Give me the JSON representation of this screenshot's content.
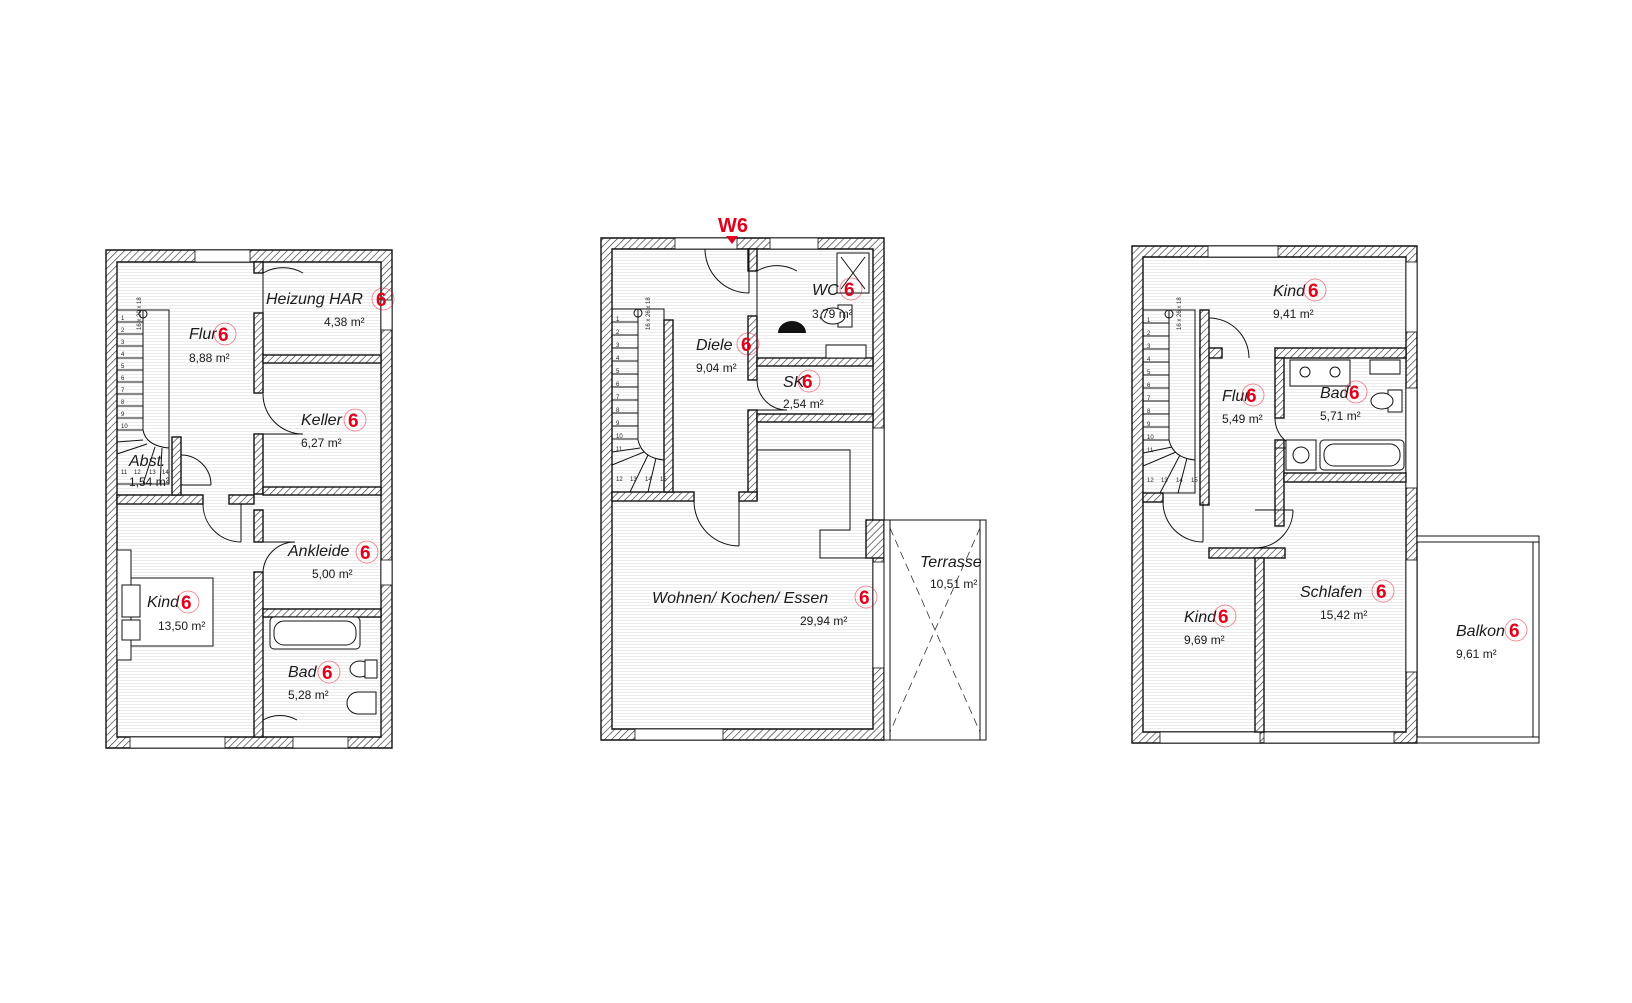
{
  "entry": {
    "label": "W6",
    "marker_color": "#e3001b"
  },
  "badge": {
    "number": "6",
    "color": "#e3001b"
  },
  "area_unit": "m²",
  "floors": [
    {
      "rooms": [
        {
          "name": "Heizung HAR",
          "area": "4,38 m²"
        },
        {
          "name": "Flur",
          "area": "8,88 m²"
        },
        {
          "name": "Keller",
          "area": "6,27 m²"
        },
        {
          "name": "Abst.",
          "area": "1,54 m²"
        },
        {
          "name": "Ankleide",
          "area": "5,00 m²"
        },
        {
          "name": "Kind",
          "area": "13,50 m²"
        },
        {
          "name": "Bad",
          "area": "5,28 m²"
        }
      ],
      "stair": {
        "label": "16 x 20 x 18",
        "steps": [
          "1",
          "2",
          "3",
          "4",
          "5",
          "6",
          "7",
          "8",
          "9",
          "10",
          "11",
          "12",
          "13",
          "14"
        ]
      }
    },
    {
      "rooms": [
        {
          "name": "WC",
          "area": "3,79 m²"
        },
        {
          "name": "Diele",
          "area": "9,04 m²"
        },
        {
          "name": "SK",
          "area": "2,54 m²"
        },
        {
          "name": "Terrasse",
          "area": "10,51 m²"
        },
        {
          "name": "Wohnen/ Kochen/ Essen",
          "area": "29,94 m²"
        }
      ],
      "stair": {
        "label": "16 x 26 x 18",
        "steps": [
          "1",
          "2",
          "3",
          "4",
          "5",
          "6",
          "7",
          "8",
          "9",
          "10",
          "11",
          "12",
          "13",
          "14",
          "15"
        ]
      }
    },
    {
      "rooms": [
        {
          "name": "Kind",
          "area": "9,41 m²"
        },
        {
          "name": "Flur",
          "area": "5,49 m²"
        },
        {
          "name": "Bad",
          "area": "5,71 m²"
        },
        {
          "name": "Schlafen",
          "area": "15,42 m²"
        },
        {
          "name": "Kind",
          "area": "9,69 m²"
        },
        {
          "name": "Balkon",
          "area": "9,61 m²"
        }
      ],
      "stair": {
        "label": "16 x 26 x 18",
        "steps": [
          "1",
          "2",
          "3",
          "4",
          "5",
          "6",
          "7",
          "8",
          "9",
          "10",
          "11",
          "12",
          "13",
          "14",
          "15"
        ]
      }
    }
  ]
}
